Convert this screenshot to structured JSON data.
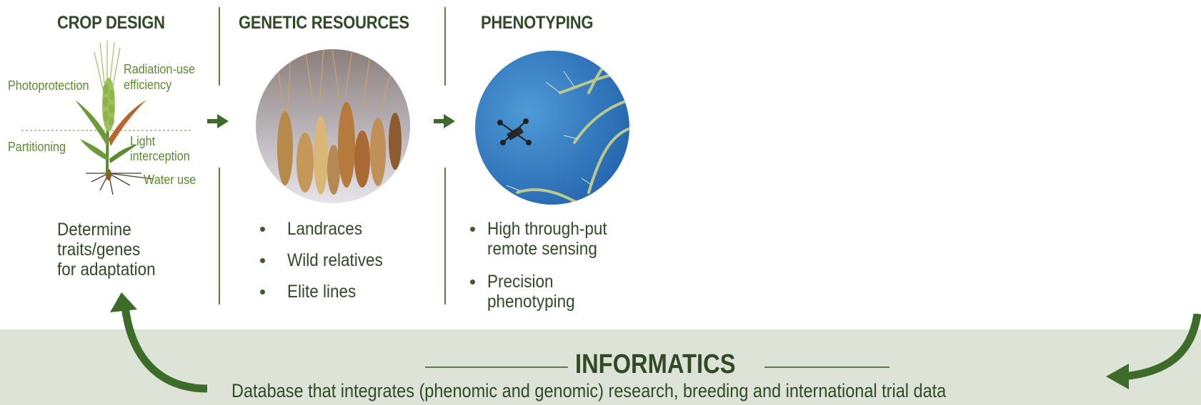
{
  "crop_design": {
    "title": "CROP DESIGN",
    "labels": {
      "photoprotection": "Photoprotection",
      "radiation_line1": "Radiation-use",
      "radiation_line2": "efficiency",
      "partitioning": "Partitioning",
      "light_line1": "Light",
      "light_line2": "interception",
      "water_use": "Water use"
    },
    "description": [
      "Determine",
      "traits/genes",
      "for adaptation"
    ]
  },
  "genetic_resources": {
    "title": "GENETIC RESOURCES",
    "bullets": [
      "Landraces",
      "Wild relatives",
      "Elite lines"
    ]
  },
  "phenotyping": {
    "title": "PHENOTYPING",
    "bullets": [
      {
        "line1": "High through-put",
        "line2": "remote sensing"
      },
      {
        "line1": "Precision",
        "line2": "phenotyping"
      }
    ]
  },
  "informatics": {
    "title": "INFORMATICS",
    "subtitle": "Database that integrates (phenomic and genomic) research, breeding and international trial data"
  },
  "colors": {
    "dark_green": "#2f4a25",
    "label_green": "#5b8a2f",
    "band_bg": "#dde3d6",
    "arrow_green": "#3d6b2a"
  }
}
